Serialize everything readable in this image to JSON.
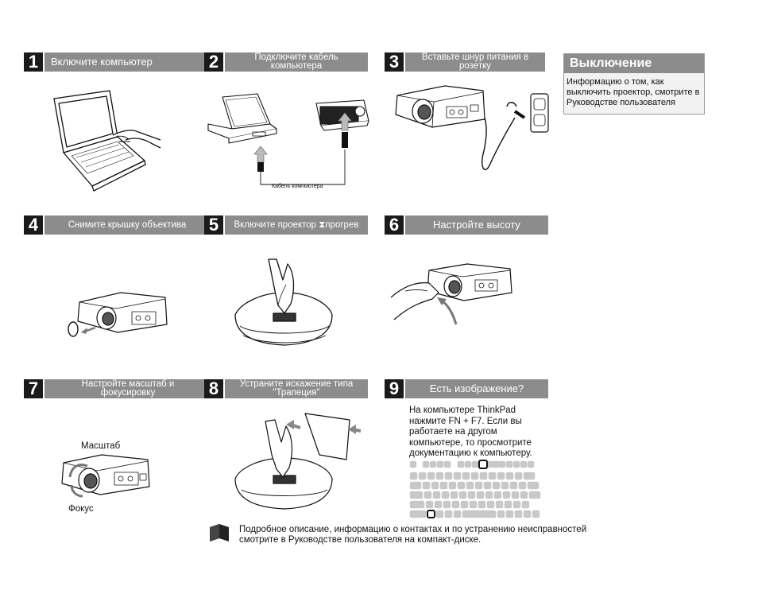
{
  "steps": [
    {
      "num": "1",
      "label": "Включите компьютер"
    },
    {
      "num": "2",
      "label": "Подключите кабель компьютера"
    },
    {
      "num": "3",
      "label": "Вставьте шнур питания в розетку"
    },
    {
      "num": "4",
      "label": "Снимите крышку объектива"
    },
    {
      "num": "5",
      "label": "Включите проектор ⧗прогрев"
    },
    {
      "num": "6",
      "label": "Настройте высоту"
    },
    {
      "num": "7",
      "label": "Настройте масштаб и фокусировку"
    },
    {
      "num": "8",
      "label": "Устраните искажение типа \"Трапеция\""
    },
    {
      "num": "9",
      "label": "Есть изображение?"
    }
  ],
  "cable_label": "Кабель компьютера",
  "shutdown": {
    "title": "Выключение",
    "body": "Информацию о том, как выключить проектор, смотрите в Руководстве пользователя"
  },
  "zoom_label": "Масштаб",
  "focus_label": "Фокус",
  "step9_text": "На компьютере ThinkPad нажмите FN + F7. Если вы работаете на другом компьютере, то просмотрите документацию к компьютеру.",
  "footer": "Подробное описание, информацию о контактах и по устранению неисправностей смотрите в Руководстве пользователя на компакт-диске.",
  "colors": {
    "bar": "#8c8c8c",
    "number": "#1a1a1a"
  }
}
